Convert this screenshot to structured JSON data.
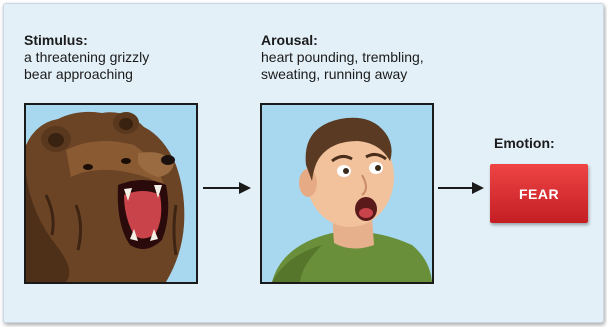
{
  "stimulus": {
    "heading": "Stimulus:",
    "line1": "a threatening grizzly",
    "line2": "bear approaching"
  },
  "arousal": {
    "heading": "Arousal:",
    "line1": "heart pounding, trembling,",
    "line2": "sweating, running away"
  },
  "emotion": {
    "heading": "Emotion:",
    "value": "FEAR"
  },
  "colors": {
    "panel_bg": "#e4f0f8",
    "picture_bg": "#a7d8f0",
    "fear_box": "#d92f34",
    "fear_text": "#ffffff"
  },
  "images": {
    "stimulus": "grizzly-bear-roaring",
    "arousal": "frightened-man-screaming"
  }
}
